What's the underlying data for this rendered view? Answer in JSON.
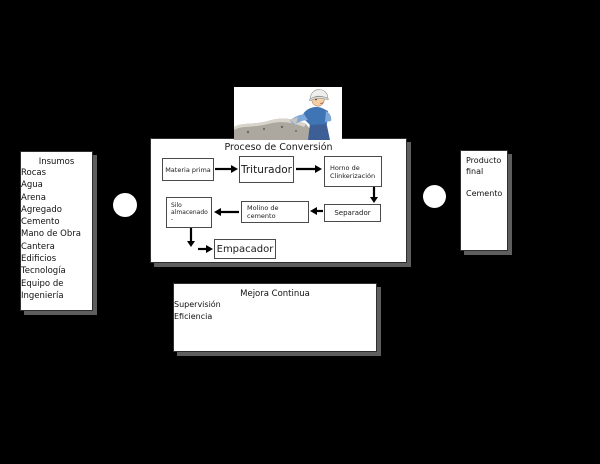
{
  "insumos": {
    "title": "Insumos",
    "items": [
      "Rocas",
      "Agua",
      "Arena",
      "Agregado",
      "Cemento",
      "Mano de Obra",
      "Cantera",
      "Edificios",
      "Tecnología",
      "Equipo de Ingeniería"
    ]
  },
  "proceso": {
    "title": "Proceso de Conversión",
    "steps": {
      "materia_prima": "Materia prima",
      "triturador": "Triturador",
      "horno": "Horno de\nClinkerización",
      "separador": "Separador",
      "molino": "Molino de\ncemento",
      "silo": "Silo\nalmacenado\n-",
      "empacador": "Empacador"
    }
  },
  "producto": {
    "title": "Producto\nfinal",
    "item": "Cemento"
  },
  "mejora": {
    "title": "Mejora Continua",
    "items": [
      "Supervisión",
      "Eficiencia"
    ]
  },
  "illustration": {
    "name": "construction-worker-mixing-cement"
  },
  "colors": {
    "page_background": "#000000",
    "box_background": "#ffffff",
    "box_shadow": "#5e5e5e",
    "arrow": "#000000",
    "worker_shirt": "#3f74b5",
    "worker_pants": "#3d5f95",
    "cement_pile": "#aca89f"
  }
}
